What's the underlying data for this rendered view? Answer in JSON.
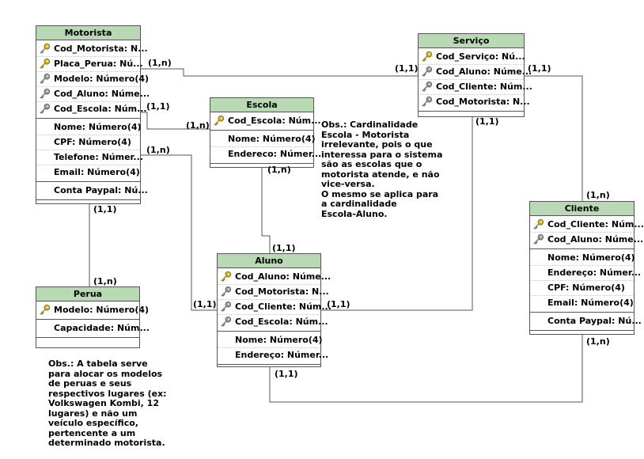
{
  "entities": {
    "motorista": {
      "title": "Motorista",
      "keys": [
        {
          "label": "Cod_Motorista: N...",
          "icon": "primary-key-icon"
        },
        {
          "label": "Placa_Perua: Nú...",
          "icon": "primary-key-icon"
        },
        {
          "label": "Modelo: Número(4)",
          "icon": "foreign-key-icon"
        },
        {
          "label": "Cod_Aluno: Núme...",
          "icon": "foreign-key-icon"
        },
        {
          "label": "Cod_Escola: Núm...",
          "icon": "foreign-key-icon"
        }
      ],
      "attrs": [
        "Nome: Número(4)",
        "CPF: Número(4)",
        "Telefone: Númer...",
        "Email: Número(4)"
      ],
      "extra": [
        "Conta Paypal: Nú..."
      ]
    },
    "escola": {
      "title": "Escola",
      "keys": [
        {
          "label": "Cod_Escola: Núm...",
          "icon": "primary-key-icon"
        }
      ],
      "attrs": [
        "Nome: Número(4)",
        "Endereco: Númer..."
      ]
    },
    "servico": {
      "title": "Serviço",
      "keys": [
        {
          "label": "Cod_Serviço: Nú...",
          "icon": "primary-key-icon"
        },
        {
          "label": "Cod_Aluno: Núme...",
          "icon": "foreign-key-icon"
        },
        {
          "label": "Cod_Cliente: Núm...",
          "icon": "foreign-key-icon"
        },
        {
          "label": "Cod_Motorista: N...",
          "icon": "foreign-key-icon"
        }
      ]
    },
    "cliente": {
      "title": "Cliente",
      "keys": [
        {
          "label": "Cod_Cliente: Núm...",
          "icon": "primary-key-icon"
        },
        {
          "label": "Cod_Aluno: Núme...",
          "icon": "foreign-key-icon"
        }
      ],
      "attrs": [
        "Nome: Número(4)",
        "Endereço: Númer...",
        "CPF: Número(4)",
        "Email: Número(4)"
      ],
      "extra": [
        "Conta Paypal: Nú..."
      ]
    },
    "aluno": {
      "title": "Aluno",
      "keys": [
        {
          "label": "Cod_Aluno: Núme...",
          "icon": "primary-key-icon"
        },
        {
          "label": "Cod_Motorista: N...",
          "icon": "foreign-key-icon"
        },
        {
          "label": "Cod_Cliente: Núm...",
          "icon": "foreign-key-icon"
        },
        {
          "label": "Cod_Escola: Núm...",
          "icon": "foreign-key-icon"
        }
      ],
      "attrs": [
        "Nome: Número(4)",
        "Endereço: Númer..."
      ]
    },
    "perua": {
      "title": "Perua",
      "keys": [
        {
          "label": "Modelo: Número(4)",
          "icon": "primary-key-icon"
        }
      ],
      "attrs": [
        "Capacidade: Núm..."
      ]
    }
  },
  "cardinalities": {
    "motorista_servico": "(1,n)",
    "servico_motorista": "(1,1)",
    "motorista_escola": "(1,1)",
    "escola_motorista": "(1,n)",
    "motorista_aluno": "(1,n)",
    "aluno_motorista": "(1,1)",
    "motorista_perua": "(1,1)",
    "perua_motorista": "(1,n)",
    "escola_aluno": "(1,n)",
    "aluno_escola": "(1,1)",
    "servico_cliente": "(1,1)",
    "cliente_servico": "(1,n)",
    "servico_aluno": "(1,1)",
    "aluno_servico": "(1,1)",
    "cliente_aluno": "(1,n)",
    "aluno_cliente": "(1,1)"
  },
  "notes": {
    "escola_note": "Obs.: Cardinalidade\nEscola - Motorista\nirrelevante, pois o que\ninteressa para o sistema\nsão as escolas que o\nmotorista atende, e não\nvice-versa.\nO mesmo se aplica para\na cardinalidade\nEscola-Aluno.",
    "perua_note": "Obs.: A tabela serve\npara alocar os modelos\nde peruas e seus\nrespectivos lugares (ex:\nVolkswagen Kombi, 12\nlugares) e não um\nveículo específico,\npertencente a um\ndeterminado motorista."
  },
  "colors": {
    "header": "#b9d9b4",
    "line": "#555555",
    "pk_key": "#e6b800",
    "fk_key": "#9a9a9a"
  }
}
